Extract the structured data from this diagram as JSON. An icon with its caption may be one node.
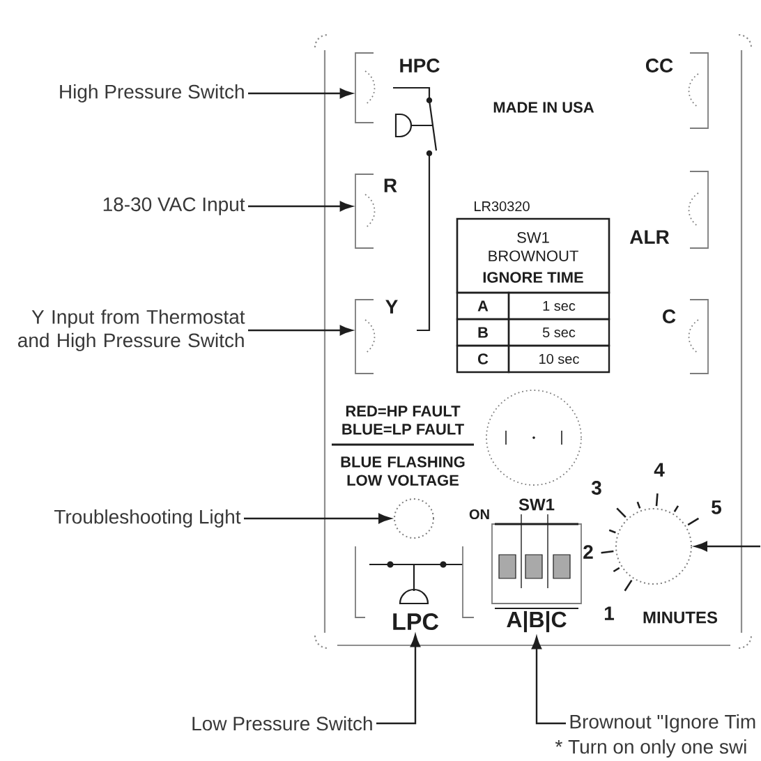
{
  "diagram": {
    "nodes": [
      {
        "text": [
          "High Pressure Switch"
        ]
      },
      {
        "text": [
          "HPC"
        ]
      },
      {
        "text": [
          "CC"
        ]
      },
      {
        "text": [
          "18-30 VAC Input"
        ]
      },
      {
        "text": [
          "R"
        ]
      },
      {
        "text": [
          "ALR"
        ]
      },
      {
        "text": [
          "Y Input from Thermostat and High Pressure Switch"
        ]
      },
      {
        "text": [
          "Y"
        ]
      },
      {
        "text": [
          "C"
        ]
      },
      {
        "text": [
          "Troubleshooting Light"
        ]
      },
      {
        "text": [],
        "shape": "circle"
      },
      {
        "text": [
          "SW1",
          "A|B|C"
        ],
        "beside": [
          "ON"
        ]
      },
      {
        "text": [],
        "shape": "circle"
      },
      {
        "text": [
          "LPC"
        ]
      },
      {
        "text": [
          "Low Pressure Switch"
        ]
      },
      {
        "text": [
          "Brownout \"Ignore Tim"
        ]
      }
    ],
    "edges": [
      {
        "from": 0,
        "to": 1,
        "arrow": "to"
      },
      {
        "from": 3,
        "to": 4,
        "arrow": "to"
      },
      {
        "from": 6,
        "to": 7,
        "arrow": "to"
      },
      {
        "from": 9,
        "to": 10,
        "arrow": "to"
      },
      {
        "from": 14,
        "to": 13,
        "arrow": "to"
      },
      {
        "from": 15,
        "to": 11,
        "arrow": "to"
      },
      {
        "from": null,
        "to": 12,
        "arrow": "to"
      }
    ],
    "labels": [
      "MADE IN USA",
      "LR30320",
      "SW1 BROWNOUT",
      "IGNORE TIME",
      "A",
      "1 sec",
      "B",
      "5 sec",
      "C",
      "10 sec",
      "RED=HP FAULT",
      "BLUE=LP FAULT",
      "BLUE FLASHING LOW VOLTAGE",
      "3",
      "4",
      "5",
      "2",
      "1",
      "MINUTES",
      "* Turn on only one swi"
    ]
  }
}
